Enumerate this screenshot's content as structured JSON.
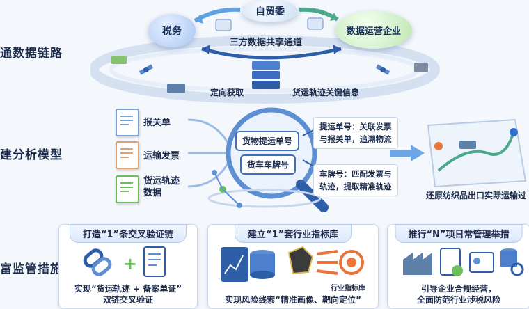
{
  "rows": {
    "row1": "通数据链路",
    "row2": "建分析模型",
    "row3": "富监管措施"
  },
  "top": {
    "node_left": "税务",
    "node_center": "自贸委",
    "node_right": "数据运营企业",
    "channel": "三方数据共享通道",
    "directed": "定向获取",
    "key_info": "货运轨迹关键信息"
  },
  "model": {
    "docs": [
      "报关单",
      "运输发票",
      "货运轨迹\n数据"
    ],
    "chip1": "货物提运单号",
    "chip2": "货车车牌号",
    "note1_l1": "提运单号：关联发票",
    "note1_l2": "与报关单，追溯物流",
    "note2_l1": "车牌号：匹配发票与",
    "note2_l2": "轨迹，提取精准轨迹",
    "result": "还原纺织品出口实际运输过"
  },
  "panels": [
    {
      "title": "打造“1”条交叉验证链",
      "cap1": "实现“货运轨迹 + 备案单证”",
      "cap2": "双链交叉验证"
    },
    {
      "title": "建立“1”套行业指标库",
      "cap1": "实现风险线索“精准画像、靶向定位”",
      "cap2": "",
      "sub": "行业指标库"
    },
    {
      "title": "推行“N”项日常管理举措",
      "cap1": "引导企业合规经营，",
      "cap2": "全面防范行业涉税风险"
    }
  ],
  "colors": {
    "accent": "#2f6fd0",
    "green": "#6cbf5a",
    "orange": "#e8743b"
  }
}
